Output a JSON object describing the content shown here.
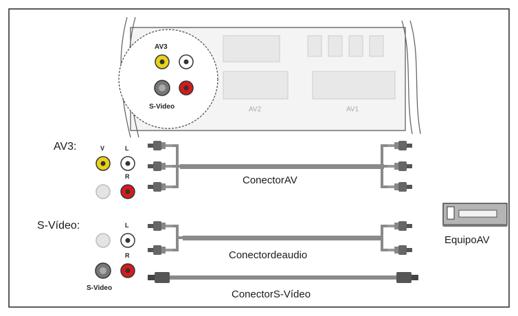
{
  "panel": {
    "av3_label": "AV3",
    "svideo_label": "S-Video",
    "av2_label": "AV2",
    "av1_label": "AV1"
  },
  "jacks": {
    "v": "V",
    "l": "L",
    "r": "R"
  },
  "rows": {
    "av3_label": "AV3:",
    "svideo_label": "S-Vídeo:",
    "svideo_port_label": "S-Video"
  },
  "cables": {
    "av_connector": "ConectorAV",
    "audio_connector": "Conectordeaudio",
    "svideo_connector": "ConectorS-Vídeo"
  },
  "device": {
    "label": "EquipoAV"
  },
  "colors": {
    "video_yellow": "#e8d21a",
    "audio_red": "#d41c1c",
    "audio_white": "#ffffff",
    "cable_gray": "#8a8a8a",
    "frame": "#333333"
  }
}
